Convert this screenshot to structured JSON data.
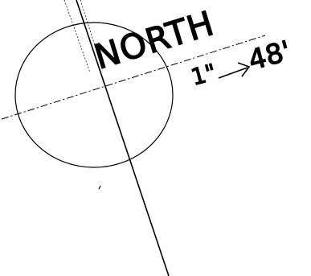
{
  "diagram": {
    "north_label": "NORTH",
    "scale": {
      "left": "1\"",
      "right": "48'"
    },
    "colors": {
      "ink": "#000000",
      "background": "#ffffff"
    }
  }
}
